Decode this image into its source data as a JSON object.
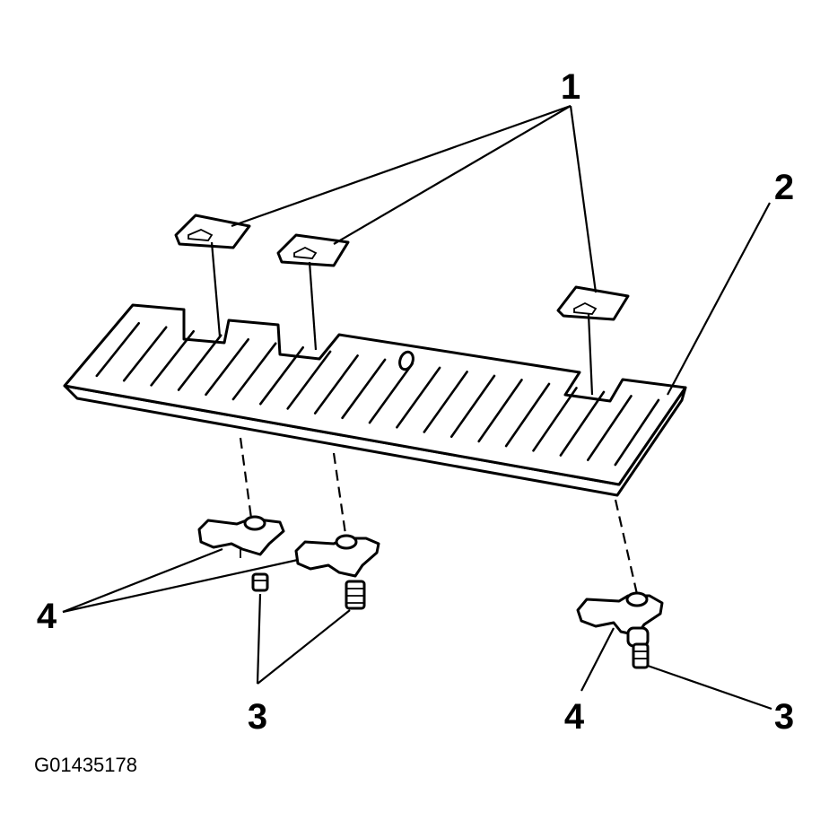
{
  "callouts": {
    "c1": "1",
    "c2": "2",
    "c3_left": "3",
    "c3_right": "3",
    "c4_left": "4",
    "c4_right": "4"
  },
  "figure_id": "G01435178"
}
